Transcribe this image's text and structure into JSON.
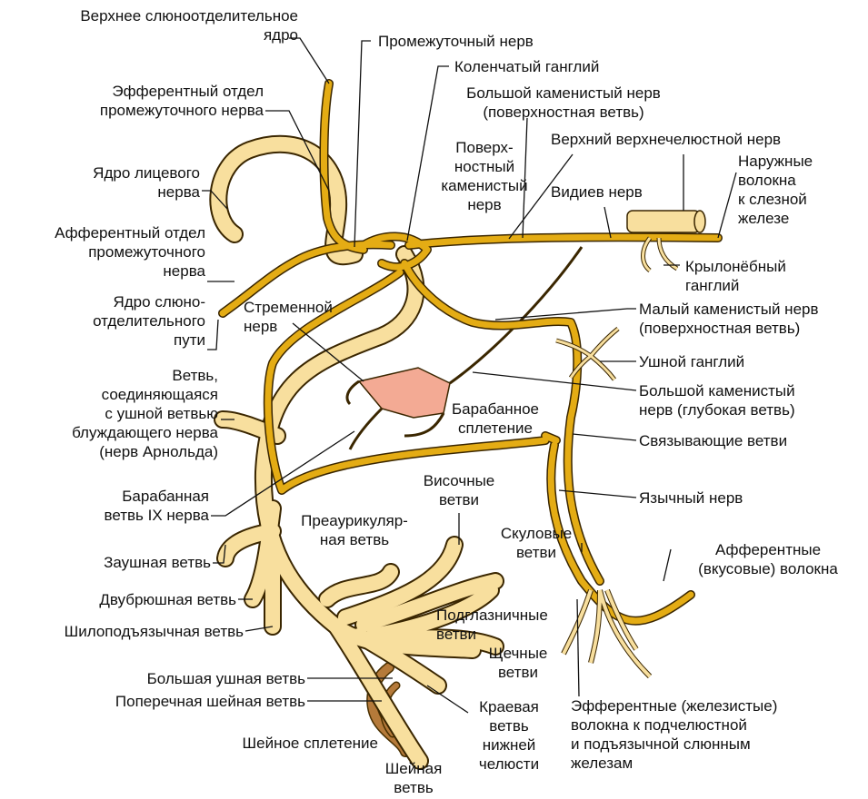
{
  "colors": {
    "facial_nerve": "#f8df9e",
    "intermediate_nerve": "#e4ac14",
    "tympanic_plexus": "#f3aa94",
    "cervical_plexus": "#b57a3a",
    "outline": "#3a2600"
  },
  "labels": {
    "superior_salivatory_nucleus": "Верхнее слюноотделительное\nядро",
    "efferent_intermediate": "Эфферентный отдел\nпромежуточного нерва",
    "facial_nucleus": "Ядро лицевого\nнерва",
    "afferent_intermediate": "Афферентный отдел\nпромежуточного\nнерва",
    "solitary_nucleus": "Ядро слюно-\nотделительного\nпути",
    "arnold_branch": "Ветвь,\nсоединяющаяся\nс ушной ветвью\nблуждающего нерва\n(нерв Арнольда)",
    "tympanic_ix": "Барабанная\nветвь IX нерва",
    "posterior_auricular": "Заушная ветвь",
    "digastric": "Двубрюшная ветвь",
    "stylohyoid": "Шилоподъязычная ветвь",
    "great_auricular": "Большая ушная ветвь",
    "transverse_cervical": "Поперечная шейная ветвь",
    "cervical_plexus": "Шейное сплетение",
    "cervical_branch": "Шейная\nветвь",
    "marginal_mandibular": "Краевая\nветвь\nнижней\nчелюсти",
    "efferent_glandular": "Эфферентные (железистые)\nволокна к подчелюстной\nи подъязычной слюнным\nжелезам",
    "intermediate_nerve": "Промежуточный нерв",
    "geniculate_ganglion": "Коленчатый ганглий",
    "greater_petrosal_superficial": "Большой каменистый нерв\n(поверхностная ветвь)",
    "superficial_petrosal": "Поверх-\nностный\nкаменистый\nнерв",
    "maxillary_nerve": "Верхний верхнечелюстной нерв",
    "vidian_nerve": "Видиев нерв",
    "lacrimal_fibers": "Наружные\nволокна\nк слезной\nжелезе",
    "pterygopalatine_ganglion": "Крылонёбный\nганглий",
    "stapedius_nerve": "Стременной\nнерв",
    "lesser_petrosal": "Малый каменистый нерв\n(поверхностная ветвь)",
    "otic_ganglion": "Ушной ганглий",
    "greater_petrosal_deep": "Большой каменистый\nнерв (глубокая ветвь)",
    "tympanic_plexus": "Барабанное\nсплетение",
    "communicating_branches": "Связывающие ветви",
    "lingual_nerve": "Язычный нерв",
    "temporal_branches": "Височные\nветви",
    "preauricular_branch": "Преаурикуляр-\nная ветвь",
    "zygomatic_branches": "Скуловые\nветви",
    "infraorbital_branches": "Подглазничные\nветви",
    "buccal_branches": "Щечные\nветви",
    "afferent_taste": "Афферентные\n(вкусовые) волокна"
  }
}
